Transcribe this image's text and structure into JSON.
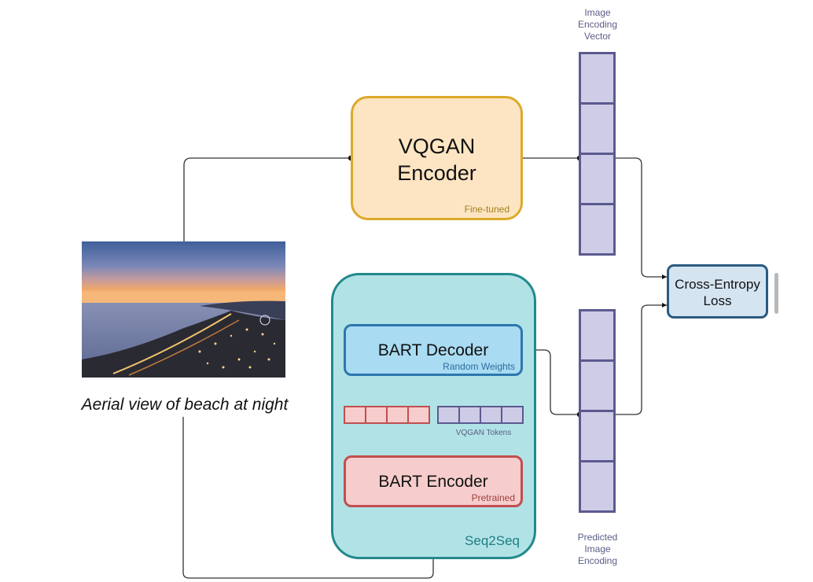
{
  "input": {
    "photo_alt": "Aerial photo of a coastal city beach at dusk",
    "caption": "Aerial view of beach at night"
  },
  "vqgan_encoder": {
    "title_line1": "VQGAN",
    "title_line2": "Encoder",
    "tag": "Fine-tuned"
  },
  "seq2seq": {
    "tag": "Seq2Seq",
    "bart_decoder": {
      "title": "BART Decoder",
      "tag": "Random Weights"
    },
    "bart_encoder": {
      "title": "BART Encoder",
      "tag": "Pretrained"
    },
    "text_token_count": 4,
    "vqgan_token_count": 4,
    "vqgan_tokens_label": "VQGAN Tokens"
  },
  "image_encoding_vector": {
    "label_lines": [
      "Image",
      "Encoding",
      "Vector"
    ],
    "cell_count": 4
  },
  "predicted_image_encoding": {
    "label_lines": [
      "Predicted",
      "Image",
      "Encoding"
    ],
    "cell_count": 4
  },
  "loss": {
    "title_line1": "Cross-Entropy",
    "title_line2": "Loss"
  },
  "colors": {
    "vqgan_fill": "#fde5c3",
    "vqgan_border": "#dca92a",
    "seq2seq_fill": "#b1e3e6",
    "seq2seq_border": "#23898c",
    "decoder_fill": "#a9dbf2",
    "decoder_border": "#2c77ad",
    "encoder_fill": "#f6cdcc",
    "encoder_border": "#c04f4f",
    "vector_fill": "#cfcce7",
    "vector_border": "#5b5a8f",
    "loss_fill": "#d4e4f1",
    "loss_border": "#2b5a80"
  }
}
